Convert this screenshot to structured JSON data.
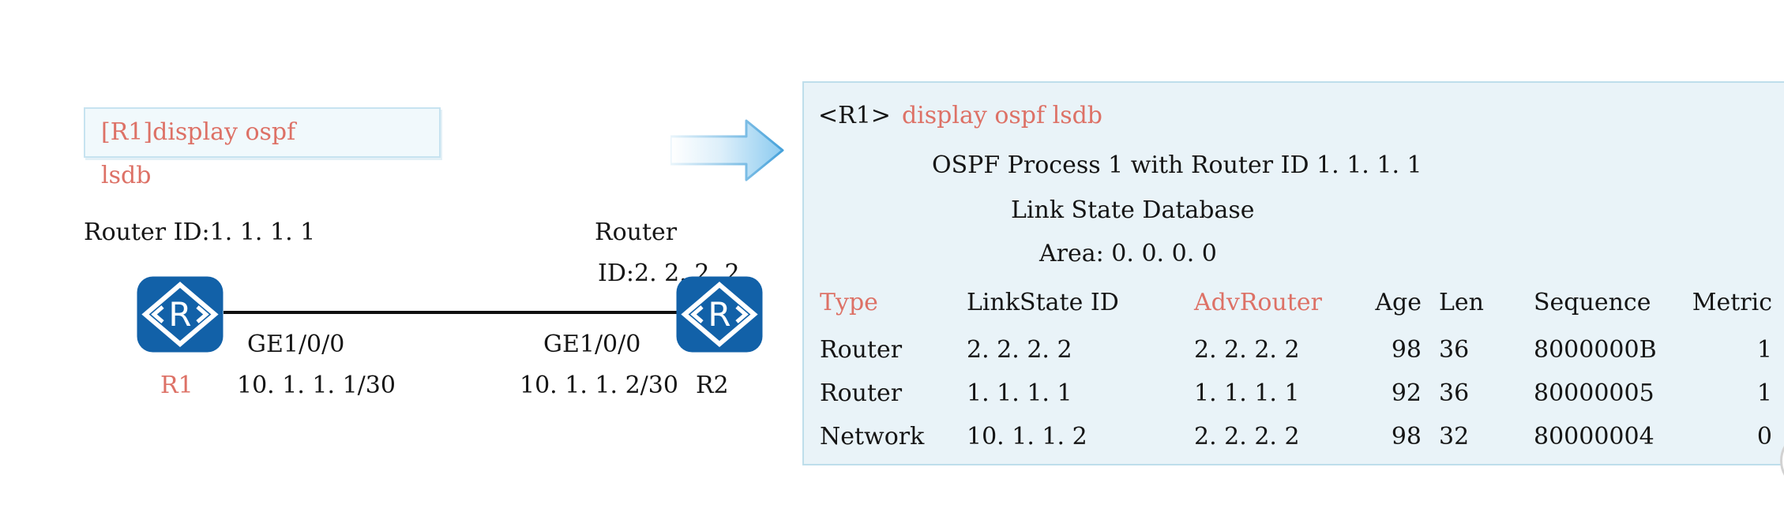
{
  "colors": {
    "accent_text": "#dd7166",
    "router_blue": "#1261a8",
    "panel_bg": "#e9f3f8",
    "panel_border": "#bedeeb",
    "arrow_blue": "#8ccbf0"
  },
  "diagram": {
    "command_box": {
      "line1": "[R1]display ospf",
      "line2": "lsdb"
    },
    "r1": {
      "router_id": "Router ID:1. 1. 1. 1",
      "name": "R1",
      "interface": "GE1/0/0",
      "ip": "10. 1. 1. 1/30"
    },
    "r2": {
      "router_id_line1": "Router",
      "router_id_line2": "ID:2. 2. 2. 2",
      "name": "R2",
      "interface": "GE1/0/0",
      "ip": "10. 1. 1. 2/30"
    },
    "router_icon_letter": "R"
  },
  "terminal": {
    "prompt": "<R1>",
    "command": "display ospf lsdb",
    "process_line": "OSPF Process 1 with Router ID 1. 1. 1. 1",
    "db_title": "Link State Database",
    "area_line": "Area: 0. 0. 0. 0",
    "table": {
      "headers": [
        "Type",
        "LinkState ID",
        "AdvRouter",
        "Age",
        "Len",
        "Sequence",
        "Metric"
      ],
      "rows": [
        [
          "Router",
          "2. 2. 2. 2",
          "2. 2. 2. 2",
          "98",
          "36",
          "8000000B",
          "1"
        ],
        [
          "Router",
          "1. 1. 1. 1",
          "1. 1. 1. 1",
          "92",
          "36",
          "80000005",
          "1"
        ],
        [
          "Network",
          "10. 1. 1. 2",
          "2. 2. 2. 2",
          "98",
          "32",
          "80000004",
          "0"
        ]
      ]
    }
  }
}
